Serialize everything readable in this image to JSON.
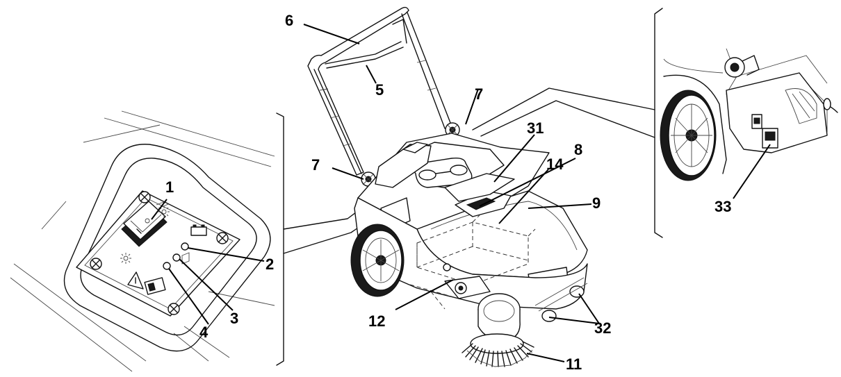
{
  "callouts": [
    {
      "id": "c1",
      "label": "1"
    },
    {
      "id": "c2",
      "label": "2"
    },
    {
      "id": "c3",
      "label": "3"
    },
    {
      "id": "c4",
      "label": "4"
    },
    {
      "id": "c5",
      "label": "5"
    },
    {
      "id": "c6",
      "label": "6"
    },
    {
      "id": "c7a",
      "label": "7"
    },
    {
      "id": "c7b",
      "label": "7"
    },
    {
      "id": "c8",
      "label": "8"
    },
    {
      "id": "c9",
      "label": "9"
    },
    {
      "id": "c11",
      "label": "11"
    },
    {
      "id": "c12",
      "label": "12"
    },
    {
      "id": "c14",
      "label": "14"
    },
    {
      "id": "c31",
      "label": "31"
    },
    {
      "id": "c32",
      "label": "32"
    },
    {
      "id": "c33",
      "label": "33"
    }
  ]
}
